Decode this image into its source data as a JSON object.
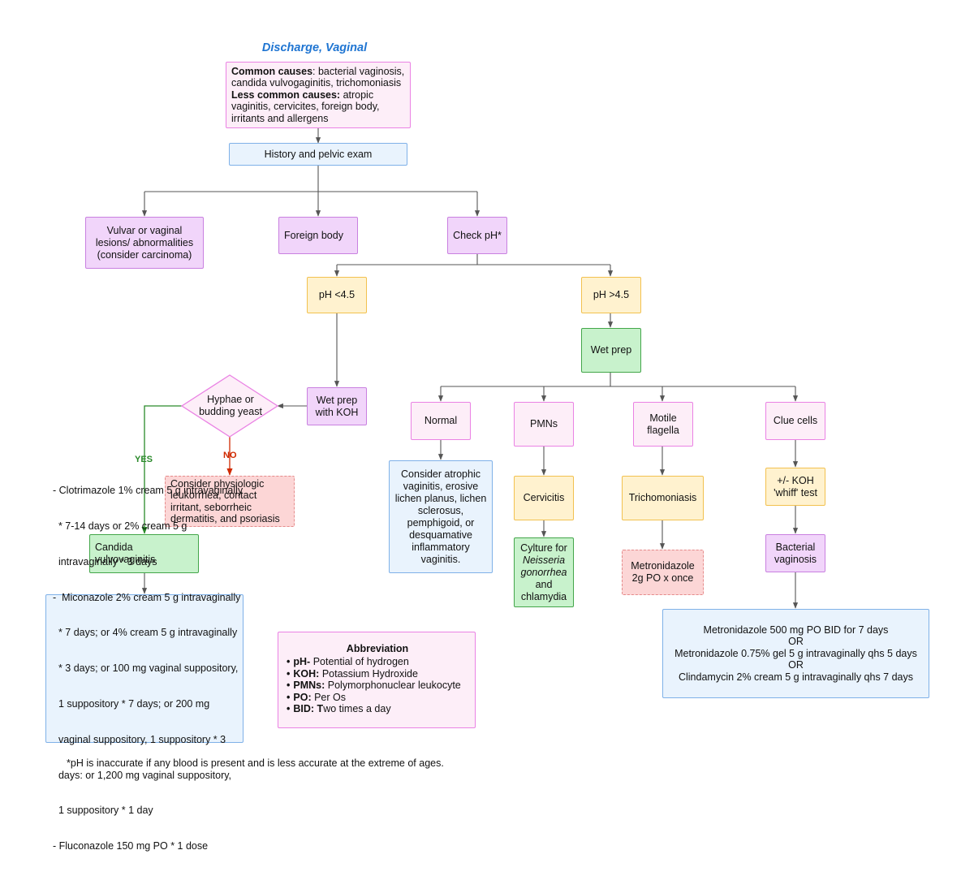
{
  "title": "Discharge, Vaginal",
  "causes": {
    "common_label": "Common causes",
    "common_text": ": bacterial vaginosis, candida vulvogaginitis, trichomoniasis",
    "less_label": "Less common causes:",
    "less_text": " atropic vaginitis, cervicites, foreign body, irritants and allergens"
  },
  "history": "History and pelvic exam",
  "vulvar": "Vulvar or vaginal lesions/ abnormalities (consider carcinoma)",
  "foreign_body": "Foreign body",
  "check_ph": "Check pH*",
  "ph_low": "pH <4.5",
  "ph_high": "pH >4.5",
  "wet_prep": "Wet prep",
  "wet_prep_koh": "Wet prep with KOH",
  "hyphae": "Hyphae or budding yeast",
  "yes_label": "YES",
  "no_label": "NO",
  "physiologic": "Consider physiologic leukorrhea, contact irritant, seborrheic dermatitis, and psoriasis",
  "candida": "Candida vulvovaginitis",
  "candida_tx": [
    "- Clotrimazole 1% cream 5 g intravaginally",
    "  * 7-14 days or 2% cream 5 g",
    "  intravaginally * 3 days",
    "-  Miconazole 2% cream 5 g intravaginally",
    "  * 7 days; or 4% cream 5 g intravaginally",
    "  * 3 days; or 100 mg vaginal suppository,",
    "  1 suppository * 7 days; or 200 mg",
    "  vaginal suppository, 1 suppository * 3",
    "  days: or 1,200 mg vaginal suppository,",
    "  1 suppository * 1 day",
    "- Fluconazole 150 mg PO * 1 dose"
  ],
  "normal": "Normal",
  "pmns": "PMNs",
  "motile": "Motile flagella",
  "clue": "Clue cells",
  "atrophic": "Consider atrophic vaginitis, erosive lichen planus, lichen sclerosus, pemphigoid, or desquamative inflammatory vaginitis.",
  "cervicitis": "Cervicitis",
  "culture": {
    "pre": "Cylture for ",
    "organism": "Neisseria gonorrhea",
    "post": " and chlamydia"
  },
  "trichomoniasis": "Trichomoniasis",
  "metronidazole_once": "Metronidazole 2g PO x once",
  "koh_whiff": "+/- KOH 'whiff' test",
  "bacterial_vaginosis": "Bacterial vaginosis",
  "bv_tx": [
    "Metronidazole 500 mg PO BID for 7 days",
    "OR",
    "Metronidazole 0.75% gel 5 g intravaginally qhs 5 days",
    "OR",
    "Clindamycin 2% cream 5 g intravaginally qhs 7 days"
  ],
  "abbreviation": {
    "heading": "Abbreviation",
    "items": [
      {
        "term": "pH-",
        "def": " Potential of hydrogen"
      },
      {
        "term": "KOH:",
        "def": " Potassium Hydroxide"
      },
      {
        "term": "PMNs:",
        "def": " Polymorphonuclear leukocyte"
      },
      {
        "term": "PO:",
        "def": " Per Os"
      },
      {
        "term": "BID: T",
        "def": "wo times a day"
      }
    ]
  },
  "footnote": "*pH is inaccurate if any blood is present and is less accurate at the extreme of ages.",
  "colors": {
    "connector": "#555555",
    "yes": "#2a8a2a",
    "no": "#d02a00",
    "title": "#1f75d2"
  }
}
